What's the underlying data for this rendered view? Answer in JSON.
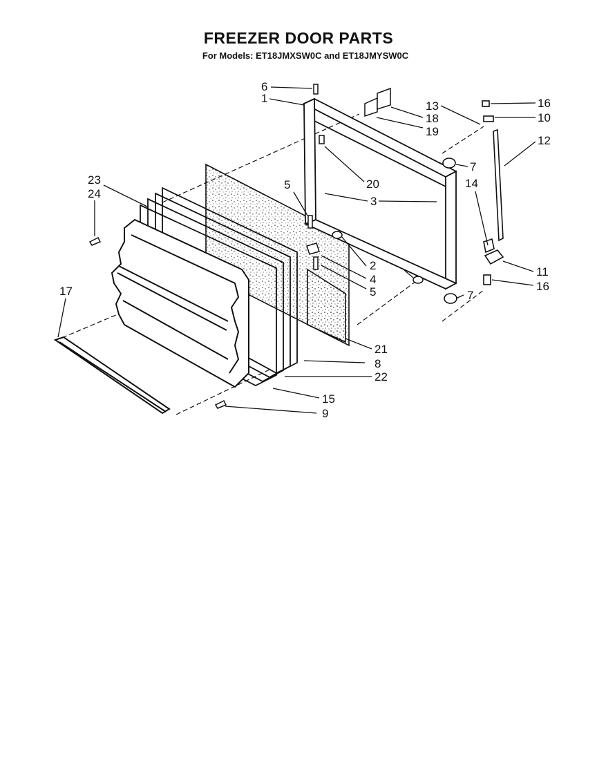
{
  "title": "FREEZER DOOR PARTS",
  "subtitle": "For Models: ET18JMXSW0C and ET18JMYSW0C",
  "callouts": [
    {
      "id": "c6",
      "text": "6"
    },
    {
      "id": "c1",
      "text": "1"
    },
    {
      "id": "c13",
      "text": "13"
    },
    {
      "id": "c18",
      "text": "18"
    },
    {
      "id": "c19",
      "text": "19"
    },
    {
      "id": "c16a",
      "text": "16"
    },
    {
      "id": "c10",
      "text": "10"
    },
    {
      "id": "c12",
      "text": "12"
    },
    {
      "id": "c7a",
      "text": "7"
    },
    {
      "id": "c14",
      "text": "14"
    },
    {
      "id": "c23",
      "text": "23"
    },
    {
      "id": "c24",
      "text": "24"
    },
    {
      "id": "c5a",
      "text": "5"
    },
    {
      "id": "c20",
      "text": "20"
    },
    {
      "id": "c3",
      "text": "3"
    },
    {
      "id": "c2",
      "text": "2"
    },
    {
      "id": "c4",
      "text": "4"
    },
    {
      "id": "c5b",
      "text": "5"
    },
    {
      "id": "c11",
      "text": "11"
    },
    {
      "id": "c16b",
      "text": "16"
    },
    {
      "id": "c17",
      "text": "17"
    },
    {
      "id": "c7b",
      "text": "7"
    },
    {
      "id": "c21",
      "text": "21"
    },
    {
      "id": "c8",
      "text": "8"
    },
    {
      "id": "c22",
      "text": "22"
    },
    {
      "id": "c15",
      "text": "15"
    },
    {
      "id": "c9",
      "text": "9"
    }
  ]
}
